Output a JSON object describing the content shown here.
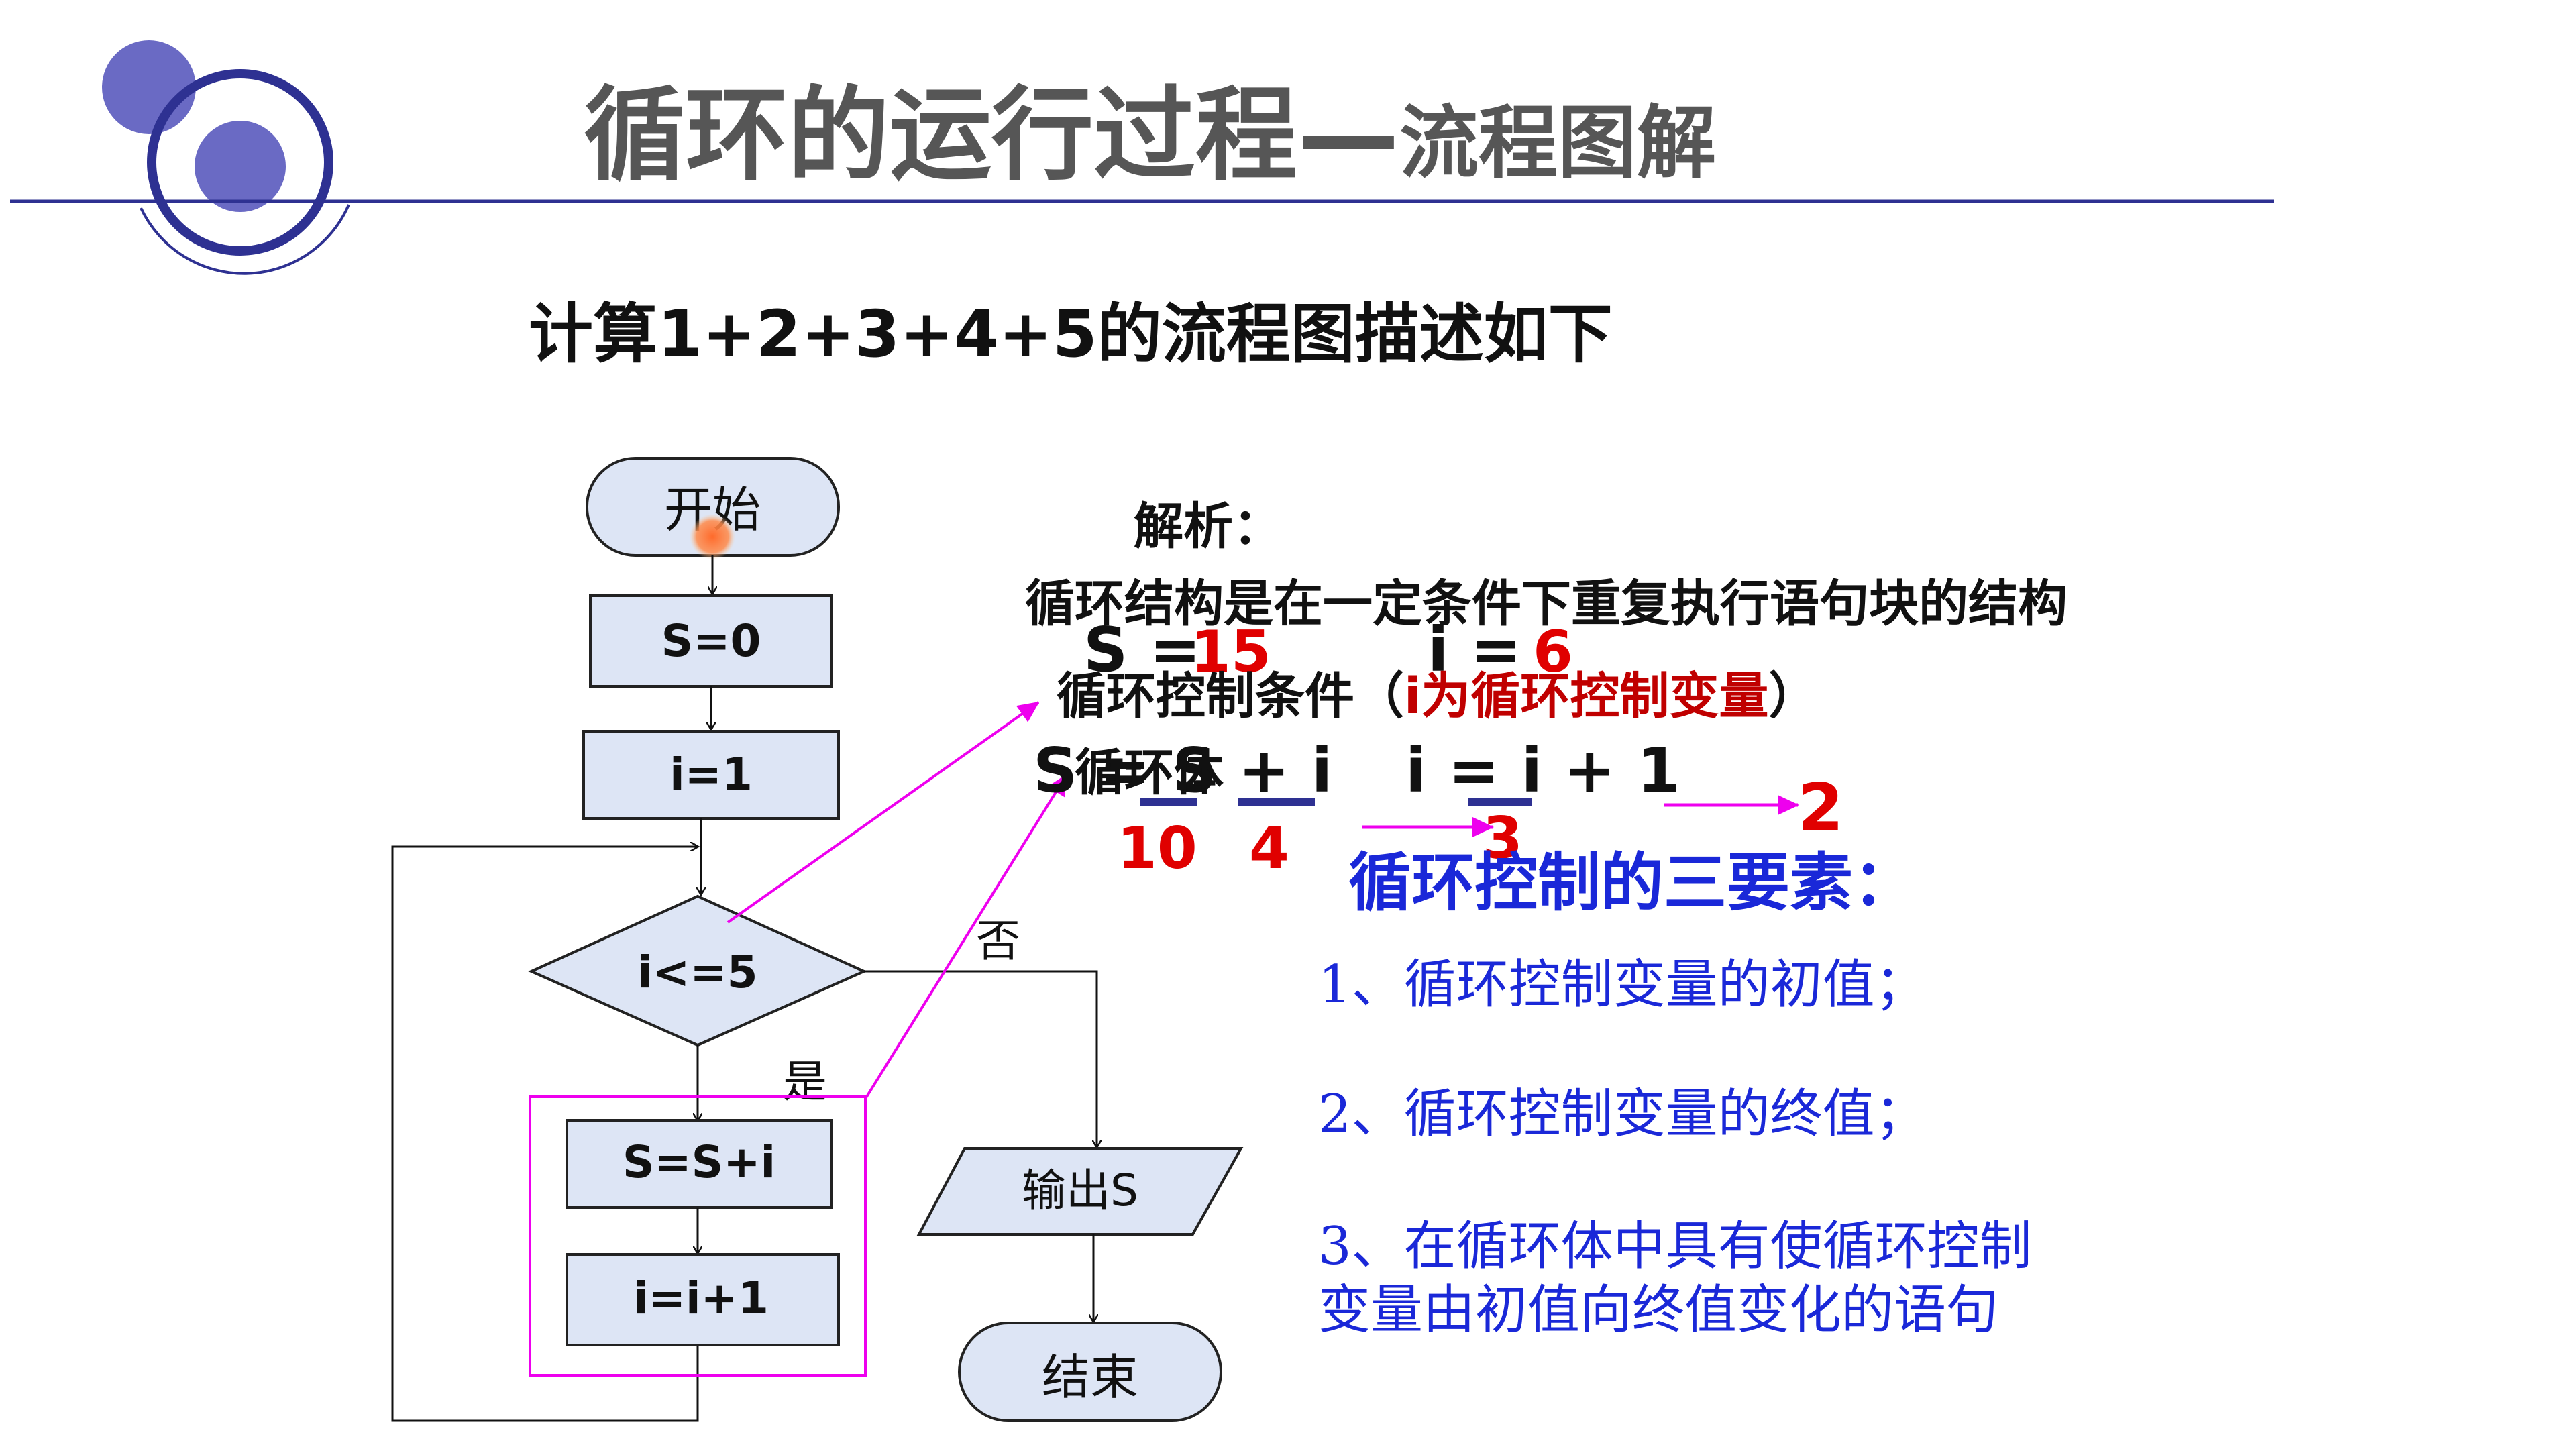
{
  "title": {
    "main": "循环的运行过程",
    "dash": "—",
    "sub": "流程图解"
  },
  "subtitle": "计算1+2+3+4+5的流程图描述如下",
  "flowchart": {
    "start": "开始",
    "init_s": "S=0",
    "init_i": "i=1",
    "condition": "i<=5",
    "no_label": "否",
    "yes_label": "是",
    "body_sum": "S=S+i",
    "body_inc": "i=i+1",
    "output": "输出S",
    "end": "结束"
  },
  "analysis": {
    "heading": "解析：",
    "line1": "循环结构是在一定条件下重复执行语句块的结构",
    "line2_prefix": "循环控制条件（",
    "line2_var": "i为循环控制变量",
    "line2_suffix": "）",
    "line3": "循环体"
  },
  "trace": {
    "s_label": "S =",
    "s_value": "15",
    "i_label": "i =",
    "i_value": "6",
    "s_formula": "S = S + i",
    "i_formula": "i = i + 1",
    "s_under": "10",
    "i_under": "4",
    "i_next_under": "3",
    "i_next": "2"
  },
  "three_elements": {
    "heading": "循环控制的三要素：",
    "item1": "1、循环控制变量的初值；",
    "item2": "2、循环控制变量的终值；",
    "item3_line1": "3、在循环体中具有使循环控制",
    "item3_line2": "变量由初值向终值变化的语句"
  },
  "colors": {
    "accent_blue": "#2e3192",
    "node_fill": "#dde5f5",
    "pink": "#ee00ee",
    "red": "#e00000",
    "blue_text": "#1a28d8",
    "title_gray": "#565656"
  }
}
